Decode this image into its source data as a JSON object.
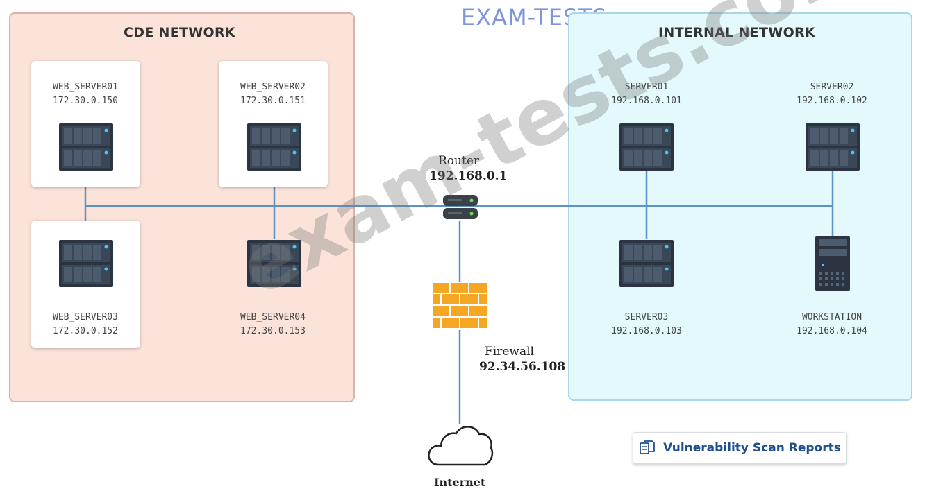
{
  "brand": {
    "text": "EXAM-TESTS"
  },
  "watermark": {
    "text": "exam-tests.com"
  },
  "zones": {
    "cde": {
      "title": "CDE NETWORK"
    },
    "internal": {
      "title": "INTERNAL NETWORK"
    }
  },
  "nodes": {
    "web_server01": {
      "name": "WEB_SERVER01",
      "ip": "172.30.0.150"
    },
    "web_server02": {
      "name": "WEB_SERVER02",
      "ip": "172.30.0.151"
    },
    "web_server03": {
      "name": "WEB_SERVER03",
      "ip": "172.30.0.152"
    },
    "web_server04": {
      "name": "WEB_SERVER04",
      "ip": "172.30.0.153"
    },
    "server01": {
      "name": "SERVER01",
      "ip": "192.168.0.101"
    },
    "server02": {
      "name": "SERVER02",
      "ip": "192.168.0.102"
    },
    "server03": {
      "name": "SERVER03",
      "ip": "192.168.0.103"
    },
    "workstation": {
      "name": "WORKSTATION",
      "ip": "192.168.0.104"
    }
  },
  "router": {
    "name": "Router",
    "ip": "192.168.0.1"
  },
  "firewall": {
    "name": "Firewall",
    "ip": "92.34.56.108"
  },
  "internet": {
    "name": "Internet"
  },
  "reports_button": {
    "label": "Vulnerability Scan Reports",
    "icon": "documents-icon"
  },
  "colors": {
    "cde_fill": "#fbe3da",
    "internal_fill": "#e3f9fc",
    "link": "#5b93c7",
    "firewall": "#f5a623",
    "server": "#2b3440"
  }
}
